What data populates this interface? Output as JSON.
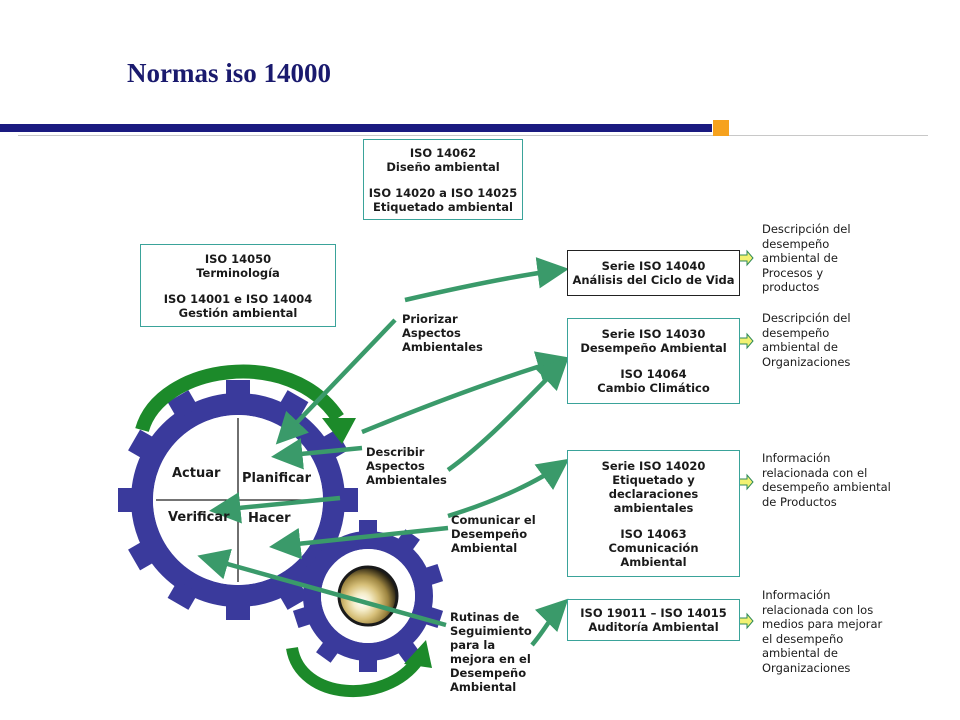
{
  "title": "Normas iso 14000",
  "colors": {
    "title": "#1a1a6e",
    "rule": "#1a1a80",
    "accent_square": "#f6a21e",
    "gear": "#3a3a9c",
    "arrow": "#3a9a6a",
    "cycle_arrow": "#1c8a2a",
    "box_border": "#3aa39a"
  },
  "boxes": {
    "top": {
      "l1": "ISO 14062",
      "l2": "Diseño ambiental",
      "l3": "ISO 14020 a ISO 14025",
      "l4": "Etiquetado ambiental"
    },
    "left": {
      "l1": "ISO 14050",
      "l2": "Terminología",
      "l3": "ISO 14001 e ISO 14004",
      "l4": "Gestión ambiental"
    },
    "r1": {
      "l1": "Serie ISO 14040",
      "l2": "Análisis del Ciclo de Vida"
    },
    "r2": {
      "l1": "Serie ISO 14030",
      "l2": "Desempeño Ambiental",
      "l3": "ISO 14064",
      "l4": "Cambio Climático"
    },
    "r3": {
      "l1": "Serie ISO 14020",
      "l2": "Etiquetado y",
      "l3": "declaraciones",
      "l4": "ambientales",
      "l5": "ISO 14063",
      "l6": "Comunicación",
      "l7": "Ambiental"
    },
    "r4": {
      "l1": "ISO 19011 – ISO 14015",
      "l2": "Auditoría Ambiental"
    }
  },
  "descriptions": {
    "d1": [
      "Descripción del",
      "desempeño",
      "ambiental de",
      "Procesos y",
      "productos"
    ],
    "d2": [
      "Descripción del",
      "desempeño",
      "ambiental de",
      "Organizaciones"
    ],
    "d3": [
      "Información",
      "relacionada con el",
      "desempeño ambiental",
      "de Productos"
    ],
    "d4": [
      "Información",
      "relacionada con los",
      "medios para  mejorar",
      "el desempeño",
      "ambiental de",
      "Organizaciones"
    ]
  },
  "labels": {
    "priorizar": [
      "Priorizar",
      "Aspectos",
      "Ambientales"
    ],
    "describir": [
      "Describir",
      "Aspectos",
      "Ambientales"
    ],
    "comunicar": [
      "Comunicar el",
      "Desempeño",
      "Ambiental"
    ],
    "rutinas": [
      "Rutinas de",
      "Seguimiento",
      "para  la",
      "mejora en el",
      "Desempeño",
      "Ambiental"
    ]
  },
  "pdca": {
    "actuar": "Actuar",
    "planificar": "Planificar",
    "verificar": "Verificar",
    "hacer": "Hacer"
  }
}
